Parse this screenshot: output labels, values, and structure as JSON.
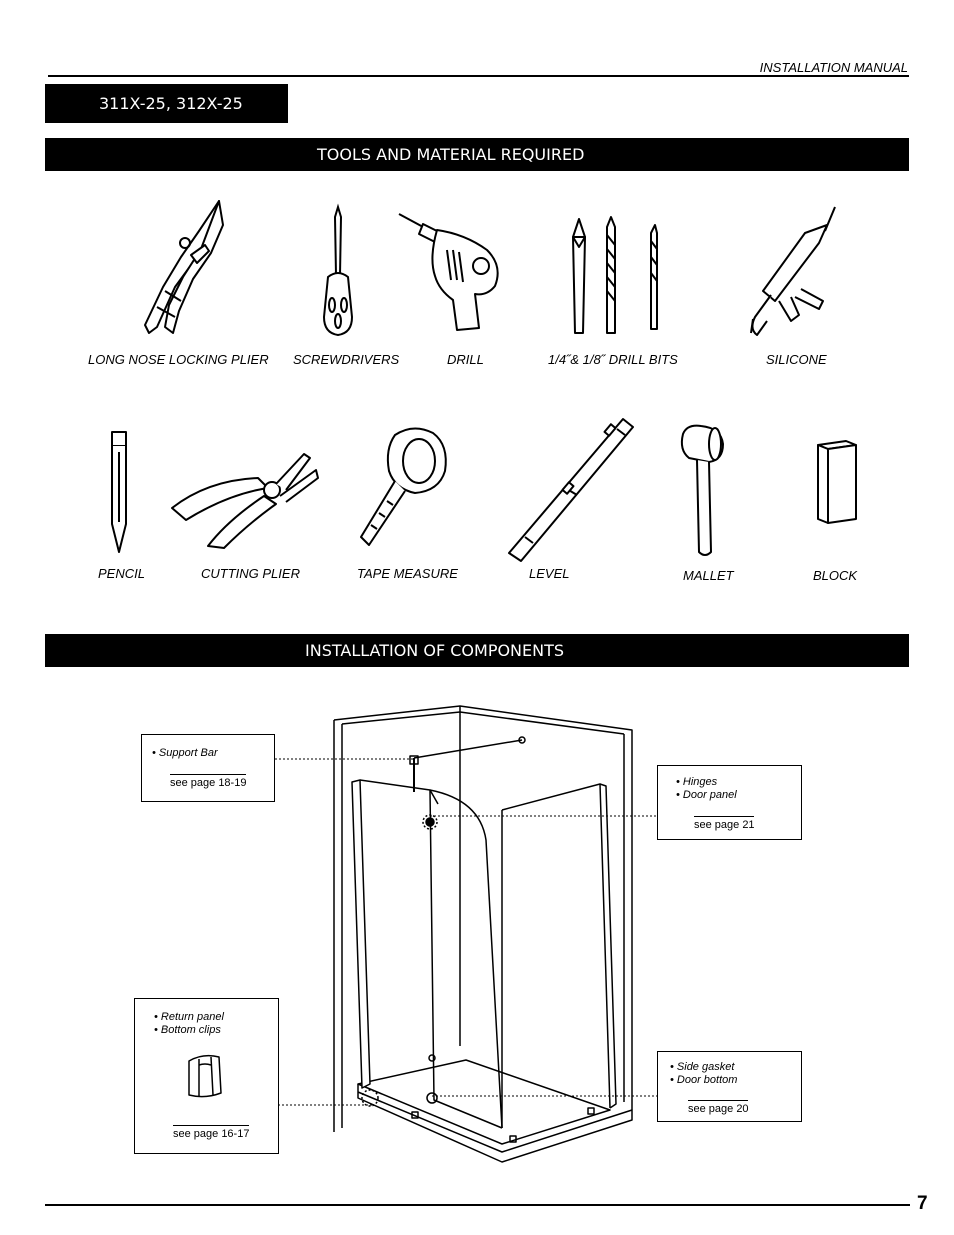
{
  "header": {
    "manual_title": "INSTALLATION MANUAL"
  },
  "model": {
    "label": "311X-25, 312X-25"
  },
  "sections": {
    "tools_title": "TOOLS AND MATERIAL REQUIRED",
    "install_title": "INSTALLATION OF COMPONENTS"
  },
  "tools": {
    "row1": [
      "LONG NOSE LOCKING PLIER",
      "SCREWDRIVERS",
      "DRILL",
      "1/4˝& 1/8˝ DRILL BITS",
      "SILICONE"
    ],
    "row2": [
      "PENCIL",
      "CUTTING PLIER",
      "TAPE MEASURE",
      "LEVEL",
      "MALLET",
      "BLOCK"
    ]
  },
  "callouts": {
    "support_bar": {
      "bullets": [
        "• Support Bar"
      ],
      "ref": "see page 18-19"
    },
    "hinges": {
      "bullets": [
        "• Hinges",
        "• Door panel"
      ],
      "ref": "see page 21"
    },
    "return_panel": {
      "bullets": [
        "• Return panel",
        "• Bottom clips"
      ],
      "ref": "see page 16-17"
    },
    "side_gasket": {
      "bullets": [
        "• Side gasket",
        "• Door bottom"
      ],
      "ref": "see page 20"
    }
  },
  "footer": {
    "page_number": "7"
  }
}
